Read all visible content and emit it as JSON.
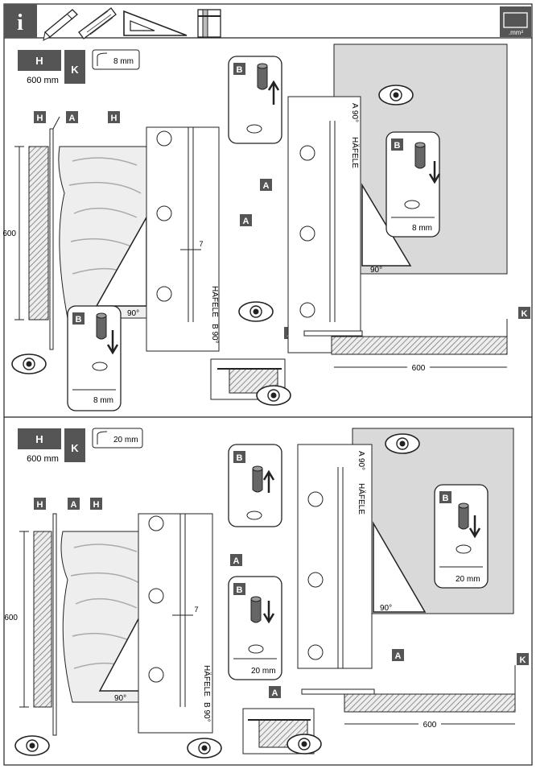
{
  "header": {
    "info_glyph": "i",
    "unit_label": ".mm²",
    "tool_icons": [
      "pencil-icon",
      "hacksaw-icon",
      "set-square-icon",
      "template-jig-icon"
    ]
  },
  "top": {
    "setting_h_label": "H",
    "setting_h_value": "600 mm",
    "setting_k_label": "K",
    "radius_value": "8 mm",
    "dim_height": "600",
    "dim_gap": "7",
    "dim_width": "600",
    "angle_a": "90°",
    "angle_b": "90°",
    "jig_brand": "HÄFELE",
    "jig_end_a": "A 90°",
    "jig_end_b": "B 90°",
    "callout_b": "B",
    "callout_radius": "8 mm",
    "labels": {
      "h": "H",
      "a": "A",
      "k": "K",
      "b": "B"
    }
  },
  "bottom": {
    "setting_h_label": "H",
    "setting_h_value": "600 mm",
    "setting_k_label": "K",
    "radius_value": "20 mm",
    "dim_height": "600",
    "dim_gap": "7",
    "dim_width": "600",
    "angle_a": "90°",
    "angle_b": "90°",
    "jig_brand": "HÄFELE",
    "jig_end_a": "A 90°",
    "jig_end_b": "B 90°",
    "callout_b": "B",
    "callout_radius": "20 mm",
    "labels": {
      "h": "H",
      "a": "A",
      "k": "K",
      "b": "B"
    }
  },
  "colors": {
    "tag_fill": "#555555",
    "panel_fill": "#d9d9d9",
    "hatch": "#777777",
    "line": "#222222"
  }
}
